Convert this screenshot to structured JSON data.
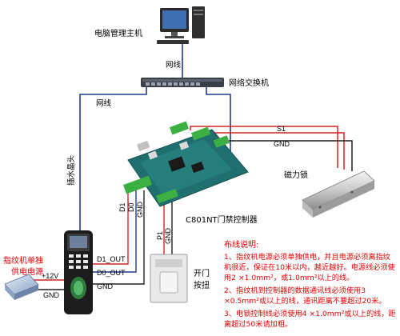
{
  "labels": {
    "pc": "电脑管理主机",
    "network_cable_top": "网线",
    "switch": "网络交换机",
    "network_cable_left": "网线",
    "reader_plug": "插水晶头",
    "controller": "C801NT门禁控制器",
    "magnetic_lock": "磁力锁",
    "exit_button": "开门按扭",
    "psu": "指纹机单独供电电源",
    "s1": "S1",
    "gnd_lock": "GND",
    "d1": "D1",
    "d0": "D0",
    "gnd_ctrl": "GND",
    "p1": "P1",
    "gnd_btn": "GND",
    "d1_out": "D1_OUT",
    "d0_out": "D0_OUT",
    "plus12v": "+12V",
    "gnd_psu": "GND"
  },
  "notes": {
    "title": "布线说明:",
    "items": [
      "1、指纹机电源必须单独供电，并且电源必须离指纹机很近，保证在10米以内，越近越好。电源线必须使用2 ×1.0mm²，或1.0mm²以上的线。",
      "2、指纹机到控制器的数据通讯线必须使用3 ×0.5mm²或以上的线，通讯距离不要超过20米。",
      "3、电锁控制线必须使用4 ×1.0mm²或以上的线，距离超过50米请加粗。"
    ]
  },
  "colors": {
    "wire_blue": "#1f3a93",
    "wire_red": "#d62424",
    "wire_black": "#222222",
    "pcb": "#1f6f6f",
    "terminal": "#3cb043",
    "note_red": "#e00000"
  }
}
